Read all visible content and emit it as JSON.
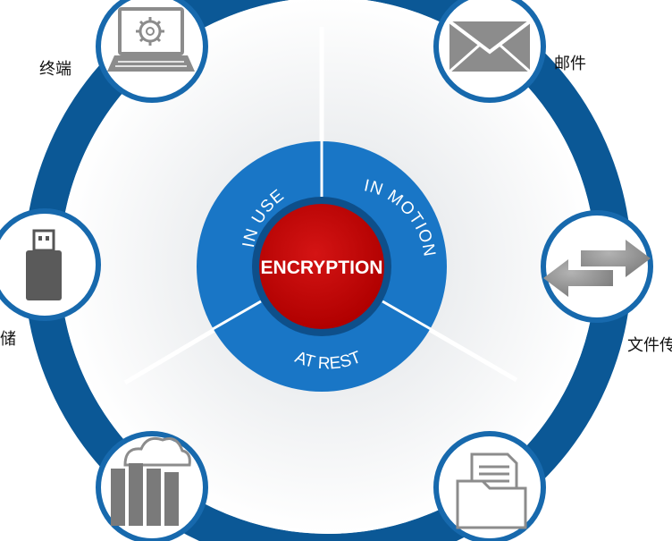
{
  "colors": {
    "outer_ring": "#0b5896",
    "node_border": "#1769ad",
    "inner_ring": "#1976c6",
    "center": "#c00000",
    "icon_gray": "#8c8c8c",
    "label": "#111111",
    "center_text": "#ffffff"
  },
  "center": {
    "label": "ENCRYPTION"
  },
  "segments": {
    "in_use": "IN USE",
    "in_motion": "IN MOTION",
    "at_rest": "AT REST"
  },
  "nodes": [
    {
      "id": "endpoint",
      "label": "终端",
      "icon": "laptop-icon"
    },
    {
      "id": "email",
      "label": "邮件",
      "icon": "envelope-icon"
    },
    {
      "id": "storage",
      "label": "存储",
      "icon": "usb-drive-icon"
    },
    {
      "id": "file-transfer",
      "label": "文件传",
      "icon": "transfer-arrows-icon"
    },
    {
      "id": "cloud",
      "label": "",
      "icon": "cloud-server-icon"
    },
    {
      "id": "files",
      "label": "",
      "icon": "file-folder-icon"
    }
  ]
}
